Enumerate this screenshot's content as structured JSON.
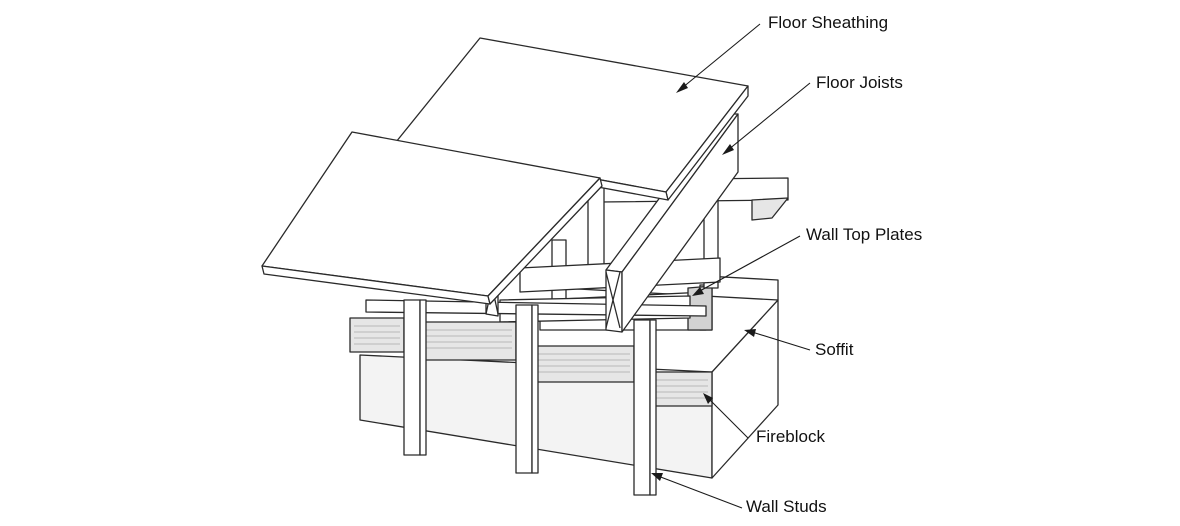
{
  "diagram": {
    "labels": {
      "floor_sheathing": "Floor Sheathing",
      "floor_joists": "Floor Joists",
      "wall_top_plates": "Wall Top Plates",
      "soffit": "Soffit",
      "fireblock": "Fireblock",
      "wall_studs": "Wall Studs"
    },
    "colors": {
      "line": "#2a2a2a",
      "text": "#111111",
      "background": "#ffffff"
    }
  }
}
